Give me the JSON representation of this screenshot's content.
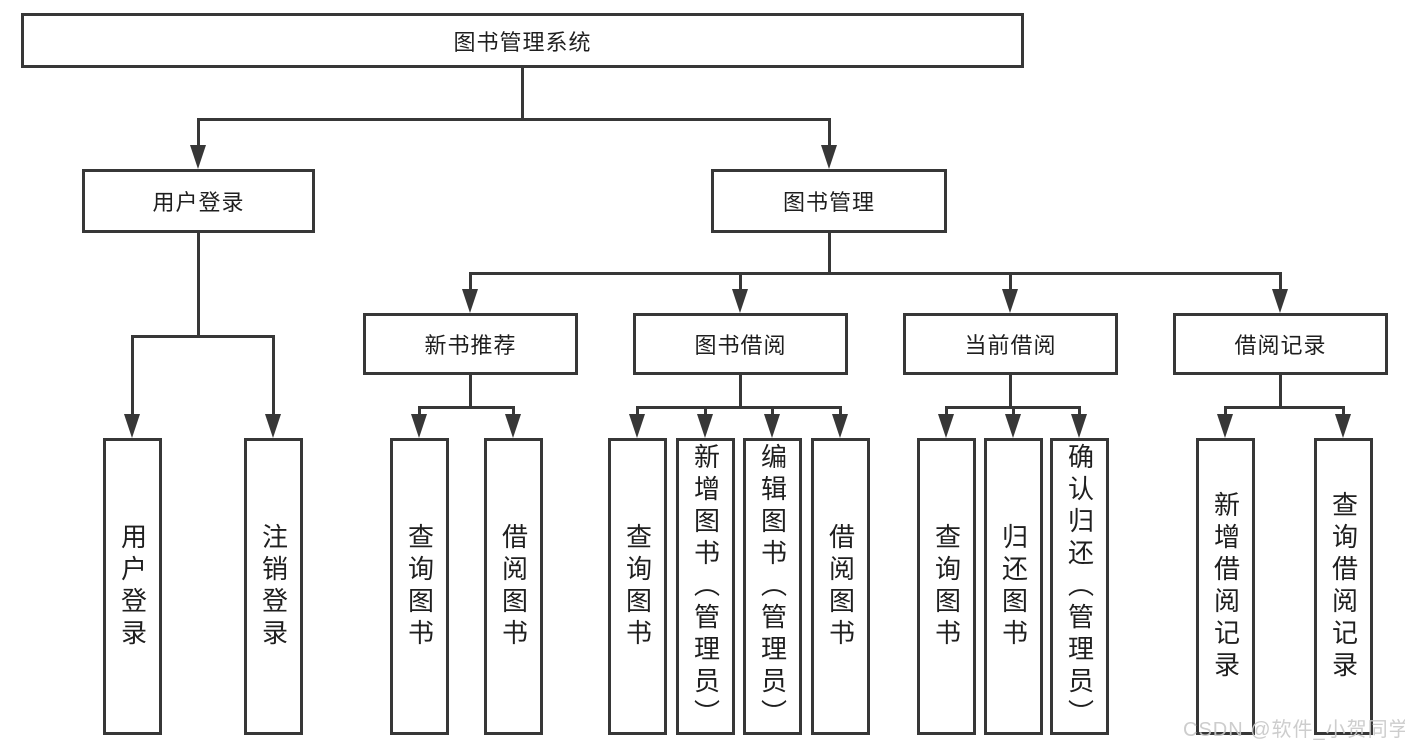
{
  "tree": {
    "label": "图书管理系统",
    "children": [
      {
        "label": "用户登录",
        "children": [
          {
            "label": "用户登录"
          },
          {
            "label": "注销登录"
          }
        ]
      },
      {
        "label": "图书管理",
        "children": [
          {
            "label": "新书推荐",
            "children": [
              {
                "label": "查询图书"
              },
              {
                "label": "借阅图书"
              }
            ]
          },
          {
            "label": "图书借阅",
            "children": [
              {
                "label": "查询图书"
              },
              {
                "label": "新增图书（管理员）"
              },
              {
                "label": "编辑图书（管理员）"
              },
              {
                "label": "借阅图书"
              }
            ]
          },
          {
            "label": "当前借阅",
            "children": [
              {
                "label": "查询图书"
              },
              {
                "label": "归还图书"
              },
              {
                "label": "确认归还（管理员）"
              }
            ]
          },
          {
            "label": "借阅记录",
            "children": [
              {
                "label": "新增借阅记录"
              },
              {
                "label": "查询借阅记录"
              }
            ]
          }
        ]
      }
    ]
  },
  "watermark": {
    "text": "CSDN @软件_小贺同学"
  },
  "colors": {
    "line": "#373737",
    "border": "#373737",
    "text": "#1f1f1f",
    "watermark": "#c9c9c9",
    "background": "#ffffff"
  }
}
